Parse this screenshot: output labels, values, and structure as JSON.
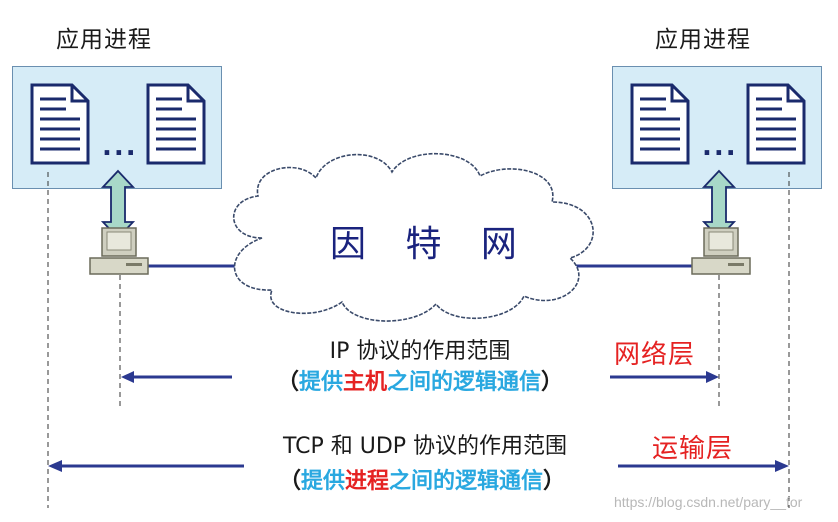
{
  "left_process": {
    "title": "应用进程",
    "ellipsis": "..."
  },
  "right_process": {
    "title": "应用进程",
    "ellipsis": "..."
  },
  "cloud": {
    "label": "因 特 网"
  },
  "network_layer": {
    "scope": "IP 协议的作用范围",
    "desc_open": "（",
    "desc_pre": "提供",
    "desc_highlight": "主机",
    "desc_post": "之间的逻辑通信",
    "desc_close": "）",
    "label": "网络层"
  },
  "transport_layer": {
    "scope": "TCP 和 UDP 协议的作用范围",
    "desc_open": "（",
    "desc_pre": "提供",
    "desc_highlight": "进程",
    "desc_post": "之间的逻辑通信",
    "desc_close": "）",
    "label": "运输层"
  },
  "watermark": "https://blog.csdn.net/pary__for",
  "colors": {
    "accent_red": "#e52222",
    "accent_blue": "#29a8e0",
    "line_navy": "#2b3990",
    "box_fill": "#d6ecf7"
  }
}
